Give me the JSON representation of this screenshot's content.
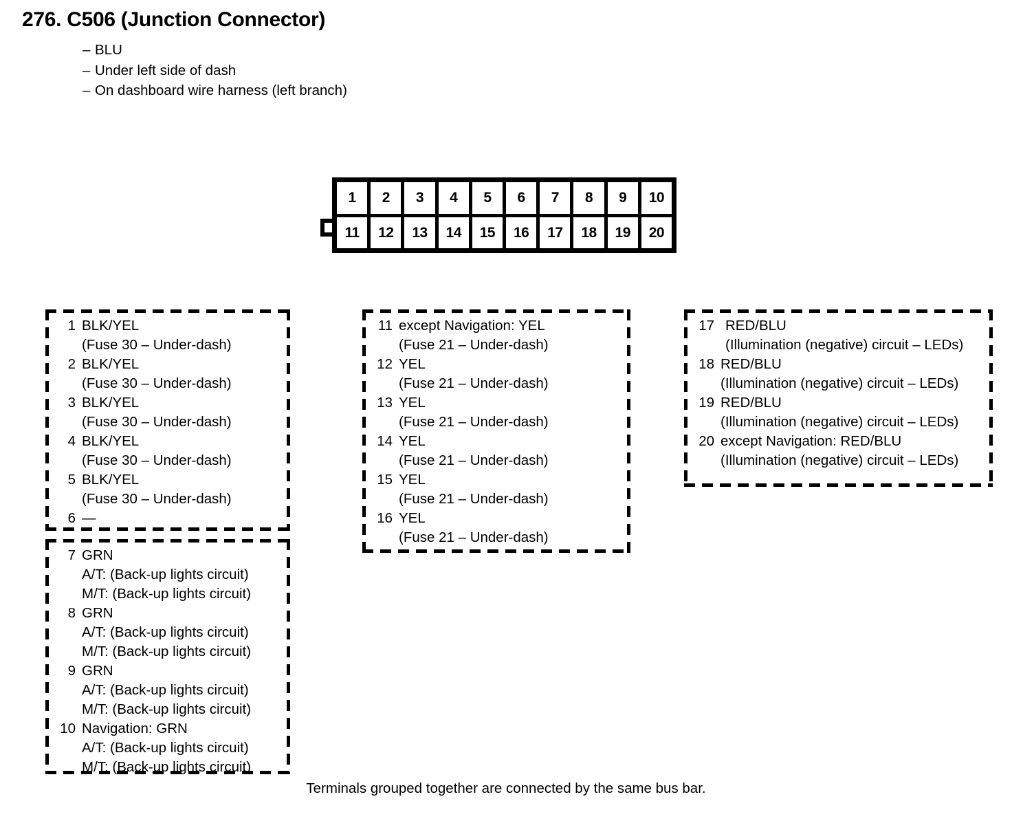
{
  "header": {
    "title": "276. C506 (Junction Connector)",
    "dash": "–",
    "bullets": [
      "BLU",
      "Under left side of dash",
      "On dashboard wire harness (left branch)"
    ]
  },
  "connector": {
    "name": "C506",
    "top_row_pins": [
      "1",
      "2",
      "3",
      "4",
      "5",
      "6",
      "7",
      "8",
      "9",
      "10"
    ],
    "bottom_row_pins": [
      "11",
      "12",
      "13",
      "14",
      "15",
      "16",
      "17",
      "18",
      "19",
      "20"
    ]
  },
  "groups": [
    {
      "id": "group-1",
      "terminals": [
        {
          "num": "1",
          "lines": [
            "BLK/YEL",
            "(Fuse 30 – Under-dash)"
          ]
        },
        {
          "num": "2",
          "lines": [
            "BLK/YEL",
            "(Fuse 30 – Under-dash)"
          ]
        },
        {
          "num": "3",
          "lines": [
            "BLK/YEL",
            "(Fuse 30 – Under-dash)"
          ]
        },
        {
          "num": "4",
          "lines": [
            "BLK/YEL",
            "(Fuse 30 – Under-dash)"
          ]
        },
        {
          "num": "5",
          "lines": [
            "BLK/YEL",
            "(Fuse 30 – Under-dash)"
          ]
        },
        {
          "num": "6",
          "lines": [
            "—"
          ]
        }
      ]
    },
    {
      "id": "group-2",
      "terminals": [
        {
          "num": "7",
          "lines": [
            "GRN",
            "A/T: (Back-up lights circuit)",
            "M/T: (Back-up lights circuit)"
          ]
        },
        {
          "num": "8",
          "lines": [
            "GRN",
            "A/T: (Back-up lights circuit)",
            "M/T: (Back-up lights circuit)"
          ]
        },
        {
          "num": "9",
          "lines": [
            "GRN",
            "A/T: (Back-up lights circuit)",
            "M/T: (Back-up lights circuit)"
          ]
        },
        {
          "num": "10",
          "lines": [
            "Navigation: GRN",
            "A/T: (Back-up lights circuit)",
            "M/T: (Back-up lights circuit)"
          ]
        }
      ]
    },
    {
      "id": "group-3",
      "terminals": [
        {
          "num": "11",
          "lines": [
            "except Navigation: YEL",
            "(Fuse 21 – Under-dash)"
          ]
        },
        {
          "num": "12",
          "lines": [
            "YEL",
            "(Fuse 21 – Under-dash)"
          ]
        },
        {
          "num": "13",
          "lines": [
            "YEL",
            "(Fuse 21 – Under-dash)"
          ]
        },
        {
          "num": "14",
          "lines": [
            "YEL",
            "(Fuse 21 – Under-dash)"
          ]
        },
        {
          "num": "15",
          "lines": [
            "YEL",
            "(Fuse 21 – Under-dash)"
          ]
        },
        {
          "num": "16",
          "lines": [
            "YEL",
            "(Fuse 21 – Under-dash)"
          ]
        }
      ]
    },
    {
      "id": "group-4",
      "terminals": [
        {
          "num": "17",
          "lines": [
            "RED/BLU",
            "(Illumination (negative) circuit – LEDs)"
          ]
        },
        {
          "num": "18",
          "lines": [
            "RED/BLU",
            "(Illumination (negative) circuit – LEDs)"
          ]
        },
        {
          "num": "19",
          "lines": [
            "RED/BLU",
            "(Illumination (negative) circuit – LEDs)"
          ]
        },
        {
          "num": "20",
          "lines": [
            "except Navigation: RED/BLU",
            "(Illumination (negative) circuit – LEDs)"
          ]
        }
      ]
    }
  ],
  "footer": {
    "note": "Terminals grouped together are connected by the same bus bar."
  }
}
